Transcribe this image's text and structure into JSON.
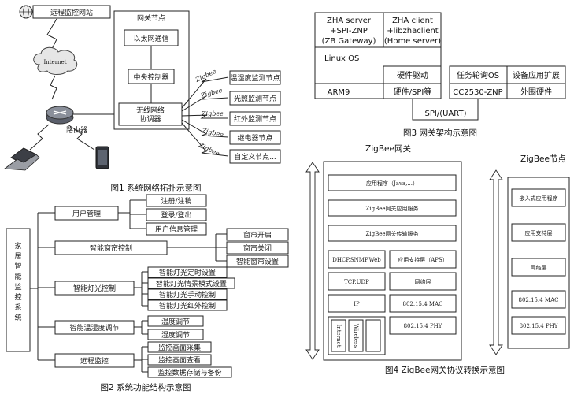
{
  "fig1": {
    "caption": "图1 系统网络拓扑示意图",
    "remote_site": "远程监控网站",
    "internet": "Internet",
    "router": "路由器",
    "gateway_title": "网关节点",
    "ethernet": "以太网通信",
    "cpu": "中央控制器",
    "coordinator": [
      "无线网络",
      "协调器"
    ],
    "zigbee": "Zigbee",
    "nodes": [
      "温湿度监测节点",
      "光照监测节点",
      "红外监测节点",
      "继电器节点",
      "自定义节点..."
    ],
    "icons": [
      "globe-icon",
      "cloud-icon",
      "router-icon",
      "laptop-icon",
      "phone-icon",
      "lightning-icon"
    ]
  },
  "fig2": {
    "caption": "图2 系统功能结构示意图",
    "root": [
      "家",
      "居",
      "智",
      "能",
      "监",
      "控",
      "系",
      "统"
    ],
    "branches": [
      {
        "label": "用户管理",
        "children": [
          "注册/注销",
          "登录/登出",
          "用户信息管理"
        ]
      },
      {
        "label": "智能窗帘控制",
        "children": [
          "窗帘开启",
          "窗帘关闭",
          "智能窗帘设置"
        ]
      },
      {
        "label": "智能灯光控制",
        "children": [
          "智能灯光定时设置",
          "智能灯光情景模式设置",
          "智能灯光手动控制",
          "智能灯光红外控制"
        ]
      },
      {
        "label": "智能温湿度调节",
        "children": [
          "温度调节",
          "湿度调节"
        ]
      },
      {
        "label": "远程监控",
        "children": [
          "监控画面采集",
          "监控画面查看",
          "监控数据存储与备份"
        ]
      }
    ]
  },
  "fig3": {
    "caption": "图3 网关架构示意图",
    "zha_server": [
      "ZHA server",
      "+SPI-ZNP",
      "(ZB Gateway)"
    ],
    "zha_client": [
      "ZHA client",
      "+libzhaclient",
      "(Home server)"
    ],
    "linux_os": "Linux OS",
    "driver": "硬件驱动",
    "arm9": "ARM9",
    "hw_spi": "硬件/SPI等",
    "task_os": "任务轮询OS",
    "app_ext": "设备应用扩展",
    "cc2530": "CC2530-ZNP",
    "periph": "外围硬件",
    "link": "SPI/(UART)"
  },
  "fig4": {
    "caption": "图4 ZigBee网关协议转换示意图",
    "gateway_title": "ZigBee网关",
    "node_title": "ZigBee节点",
    "gw_layers": [
      "应用程序（Java,...）",
      "ZigBee网关应用服务",
      "ZigBee网关传输服务"
    ],
    "left_stack": [
      "DHCP,SNMP,Web",
      "TCP,UDP",
      "IP"
    ],
    "right_stack": [
      "应用支持层（APS）",
      "网络层",
      "802.15.4 MAC",
      "802.15.4 PHY"
    ],
    "phy_items": [
      "Internet",
      "Wireless",
      "......"
    ],
    "node_layers": [
      "嵌入式应用程序",
      "应用支持层",
      "网络层",
      "802.15.4 MAC",
      "802.15.4 PHY"
    ]
  }
}
